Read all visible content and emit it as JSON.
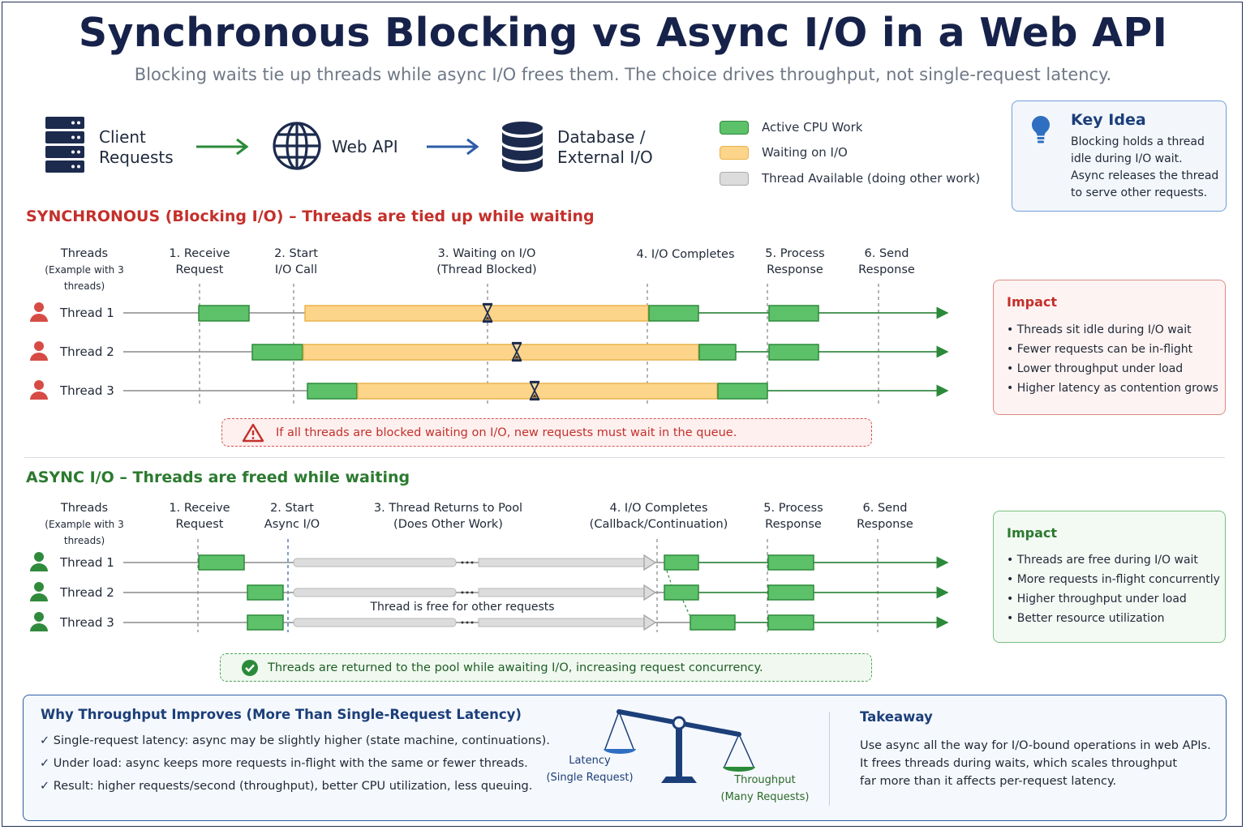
{
  "title": "Synchronous Blocking vs Async I/O in a Web API",
  "subtitle": "Blocking waits tie up threads while async I/O frees them. The choice drives throughput, not single-request latency.",
  "flow": {
    "client": "Client\nRequests",
    "webapi": "Web API",
    "database": "Database /\nExternal I/O"
  },
  "legend": [
    {
      "label": "Active CPU Work",
      "fill": "#5cc168",
      "stroke": "#2f8a3c"
    },
    {
      "label": "Waiting on I/O",
      "fill": "#fcd48a",
      "stroke": "#e9b44c"
    },
    {
      "label": "Thread Available (doing other work)",
      "fill": "#dcdcdc",
      "stroke": "#a9a9a9"
    }
  ],
  "key_idea": {
    "title": "Key Idea",
    "body": "Blocking holds a thread\nidle during I/O wait.\nAsync releases the thread\nto serve other requests."
  },
  "sync": {
    "title": "SYNCHRONOUS (Blocking I/O) – Threads are tied up while waiting",
    "threads_header": "Threads",
    "threads_note": "(Example with 3 threads)",
    "steps": [
      "1. Receive\nRequest",
      "2. Start\nI/O Call",
      "3. Waiting on I/O\n(Thread Blocked)",
      "4. I/O Completes",
      "5. Process\nResponse",
      "6. Send\nResponse"
    ],
    "threads": [
      "Thread 1",
      "Thread 2",
      "Thread 3"
    ],
    "warning": "If all threads are blocked waiting on I/O, new requests must wait in the queue.",
    "impact_title": "Impact",
    "impact": [
      "Threads sit idle during I/O wait",
      "Fewer requests can be in-flight",
      "Lower throughput under load",
      "Higher latency as contention grows"
    ]
  },
  "async": {
    "title": "ASYNC I/O – Threads are freed while waiting",
    "threads_header": "Threads",
    "threads_note": "(Example with 3 threads)",
    "steps": [
      "1. Receive\nRequest",
      "2. Start\nAsync I/O",
      "3. Thread Returns to Pool\n(Does Other Work)",
      "4. I/O Completes\n(Callback/Continuation)",
      "5. Process\nResponse",
      "6. Send\nResponse"
    ],
    "threads": [
      "Thread 1",
      "Thread 2",
      "Thread 3"
    ],
    "free_note": "Thread is free for other requests",
    "success": "Threads are returned to the pool while awaiting I/O, increasing request concurrency.",
    "impact_title": "Impact",
    "impact": [
      "Threads are free during I/O wait",
      "More requests in-flight concurrently",
      "Higher throughput under load",
      "Better resource utilization"
    ]
  },
  "why": {
    "title": "Why Throughput Improves (More Than Single-Request Latency)",
    "items": [
      "Single-request latency: async may be slightly higher (state machine, continuations).",
      "Under load: async keeps more requests in-flight with the same or fewer threads.",
      "Result: higher requests/second (throughput), better CPU utilization, less queuing."
    ],
    "scale_left": "Latency\n(Single Request)",
    "scale_right": "Throughput\n(Many Requests)"
  },
  "takeaway": {
    "title": "Takeaway",
    "body": "Use async all the way for I/O-bound operations in web APIs.\nIt frees threads during waits, which scales throughput\nfar more than it affects per-request latency."
  }
}
